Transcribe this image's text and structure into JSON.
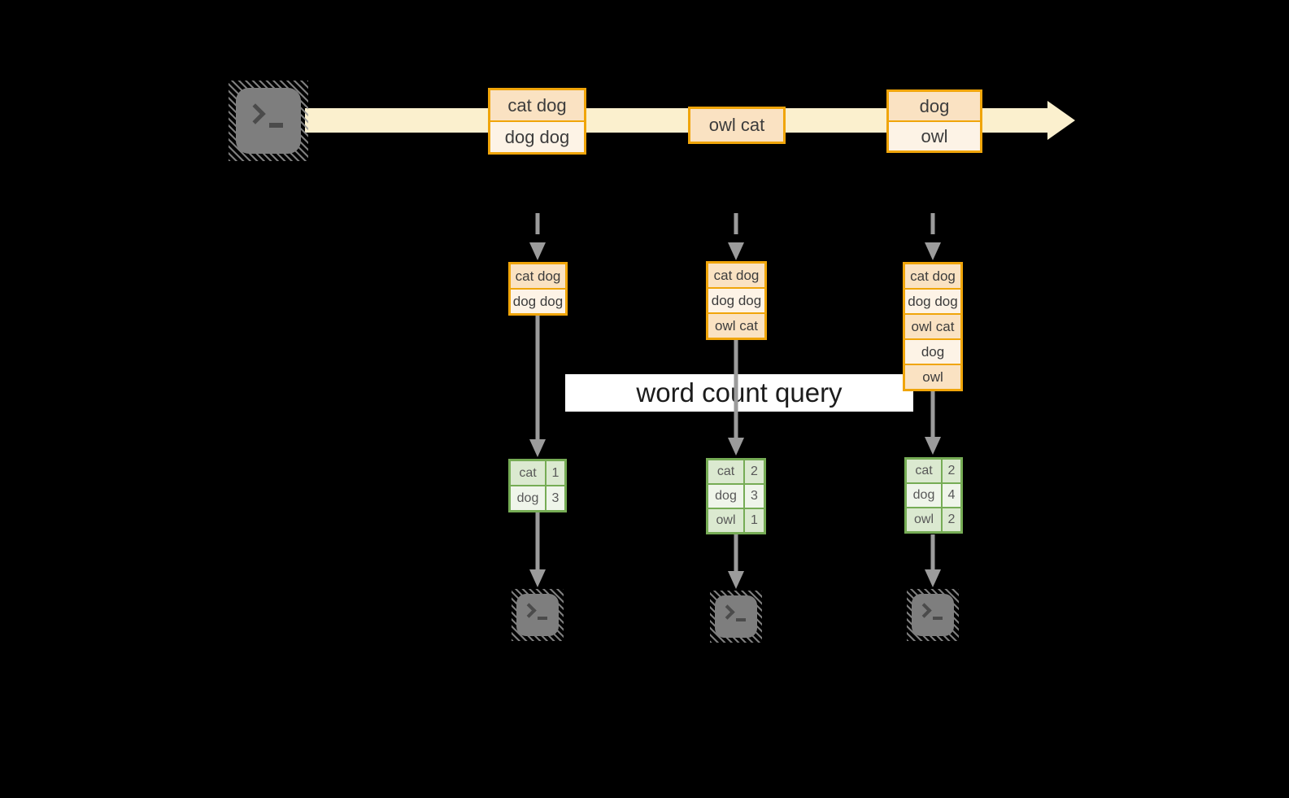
{
  "banner": {
    "label": "word count query"
  },
  "stream": {
    "source_icon": "terminal-icon",
    "events": [
      {
        "cells": [
          "cat dog",
          "dog dog"
        ]
      },
      {
        "cells": [
          "owl cat"
        ]
      },
      {
        "cells": [
          "dog",
          "owl"
        ]
      }
    ]
  },
  "columns": [
    {
      "buffer": [
        "cat dog",
        "dog dog"
      ],
      "counts": [
        {
          "word": "cat",
          "count": "1"
        },
        {
          "word": "dog",
          "count": "3"
        }
      ],
      "sink_icon": "terminal-icon"
    },
    {
      "buffer": [
        "cat dog",
        "dog dog",
        "owl cat"
      ],
      "counts": [
        {
          "word": "cat",
          "count": "2"
        },
        {
          "word": "dog",
          "count": "3"
        },
        {
          "word": "owl",
          "count": "1"
        }
      ],
      "sink_icon": "terminal-icon"
    },
    {
      "buffer": [
        "cat dog",
        "dog dog",
        "owl cat",
        "dog",
        "owl"
      ],
      "counts": [
        {
          "word": "cat",
          "count": "2"
        },
        {
          "word": "dog",
          "count": "4"
        },
        {
          "word": "owl",
          "count": "2"
        }
      ],
      "sink_icon": "terminal-icon"
    }
  ],
  "colors": {
    "background": "#000000",
    "stream_fill": "#FBF0CE",
    "event_border": "#F0A50A",
    "event_fill_dark": "#FAE2C2",
    "event_fill_light": "#FDF3E6",
    "table_border": "#76AC55",
    "table_fill_dark": "#DBE9D0",
    "table_fill_light": "#EFF5EA",
    "arrow_gray": "#9B9B9B",
    "terminal_gray": "#7E7E7E",
    "banner_bg": "#FFFFFF"
  }
}
